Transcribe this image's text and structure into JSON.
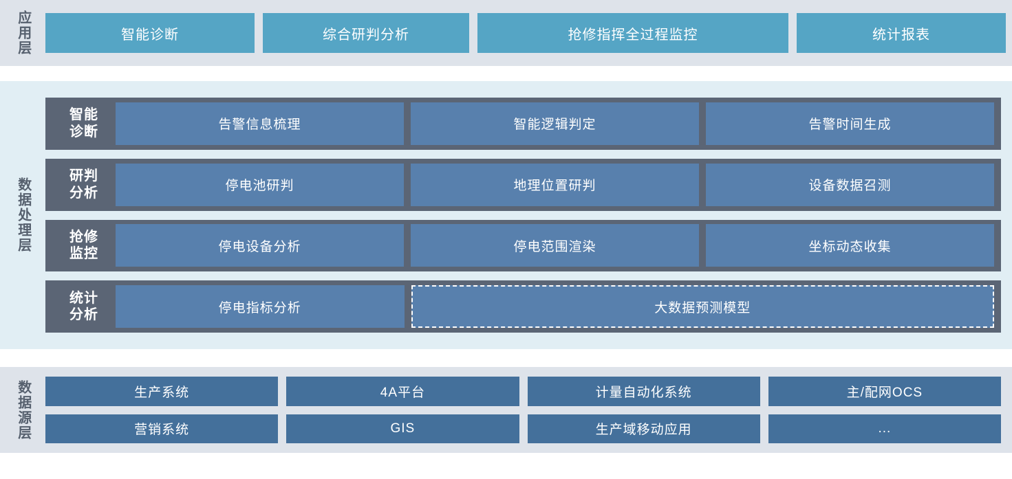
{
  "colors": {
    "app_band_bg": "#dee3ea",
    "app_box": "#55a5c5",
    "proc_band_bg": "#e1eef4",
    "proc_row_bg": "#5b6575",
    "proc_cell": "#5880ad",
    "src_band_bg": "#dee3ea",
    "src_box": "#44709b",
    "label_text": "#56606e",
    "box_text": "#ffffff"
  },
  "application_layer": {
    "label": "应用层",
    "boxes": [
      {
        "label": "智能诊断"
      },
      {
        "label": "综合研判分析"
      },
      {
        "label": "抢修指挥全过程监控"
      },
      {
        "label": "统计报表"
      }
    ]
  },
  "data_processing_layer": {
    "label": "数据处理层",
    "rows": [
      {
        "caption_line1": "智能",
        "caption_line2": "诊断",
        "cells": [
          {
            "label": "告警信息梳理"
          },
          {
            "label": "智能逻辑判定"
          },
          {
            "label": "告警时间生成"
          }
        ]
      },
      {
        "caption_line1": "研判",
        "caption_line2": "分析",
        "cells": [
          {
            "label": "停电池研判"
          },
          {
            "label": "地理位置研判"
          },
          {
            "label": "设备数据召测"
          }
        ]
      },
      {
        "caption_line1": "抢修",
        "caption_line2": "监控",
        "cells": [
          {
            "label": "停电设备分析"
          },
          {
            "label": "停电范围渲染"
          },
          {
            "label": "坐标动态收集"
          }
        ]
      },
      {
        "caption_line1": "统计",
        "caption_line2": "分析",
        "cells": [
          {
            "label": "停电指标分析"
          },
          {
            "label": "大数据预测模型"
          }
        ]
      }
    ]
  },
  "data_source_layer": {
    "label": "数据源层",
    "row1": [
      {
        "label": "生产系统"
      },
      {
        "label": "4A平台"
      },
      {
        "label": "计量自动化系统"
      },
      {
        "label": "主/配网OCS"
      }
    ],
    "row2": [
      {
        "label": "营销系统"
      },
      {
        "label": "GIS"
      },
      {
        "label": "生产域移动应用"
      },
      {
        "label": "..."
      }
    ]
  }
}
